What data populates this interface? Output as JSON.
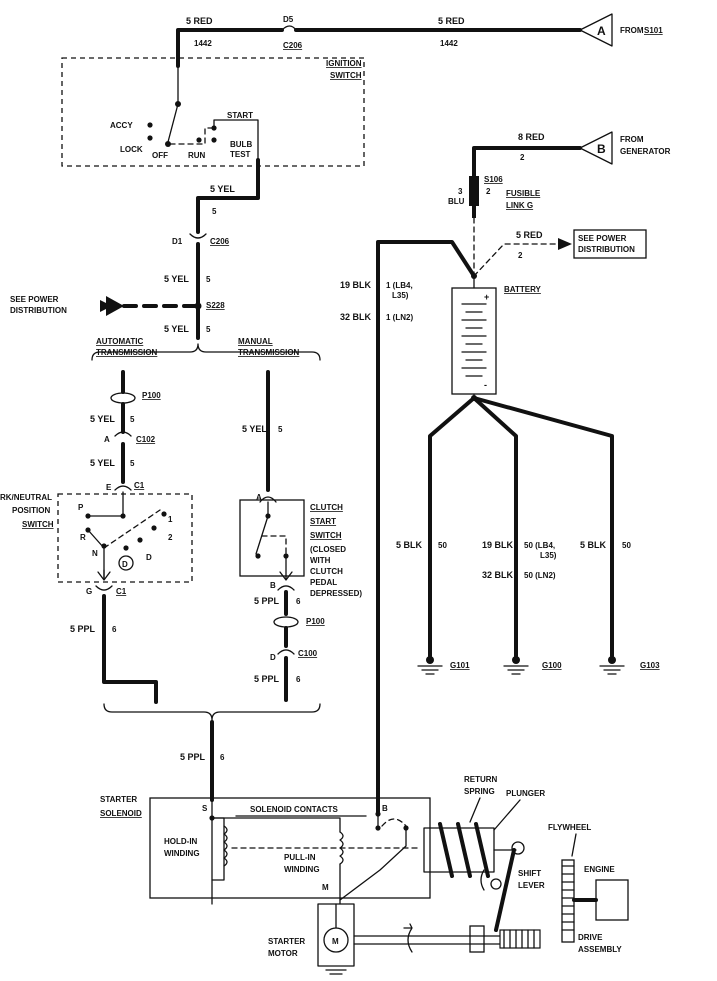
{
  "connectors": {
    "a": {
      "letter": "A",
      "text": "FROM",
      "ref": "S101"
    },
    "b": {
      "letter": "B",
      "text1": "FROM",
      "text2": "GENERATOR"
    }
  },
  "wires": {
    "top_left": "5 RED",
    "top_left_num": "1442",
    "top_right": "5 RED",
    "top_right_num": "1442",
    "d5": "D5",
    "c206_top": "C206",
    "ign_out": "5 YEL",
    "ign_out_num": "5",
    "d1": "D1",
    "c206": "C206",
    "yel_mid": "5 YEL",
    "yel_mid_num": "5",
    "s228": "S228",
    "yel_low": "5 YEL",
    "yel_low_num": "5",
    "gen_wire": "8 RED",
    "gen_num": "2",
    "blu": "3",
    "blu2": "BLU",
    "s106_num": "2",
    "s106": "S106",
    "pd_red": "5 RED",
    "pd_red_num": "2",
    "blk19": "19 BLK",
    "blk19_num": "1 (LB4,",
    "blk19_num2": "L35)",
    "blk32": "32 BLK",
    "blk32_num": "1 (LN2)",
    "auto_yel1": "5 YEL",
    "auto_yel1_num": "5",
    "a_c102": "A",
    "c102": "C102",
    "auto_yel2": "5 YEL",
    "auto_yel2_num": "5",
    "e_c1": "E",
    "c1_top": "C1",
    "g_c1": "G",
    "c1_bot": "C1",
    "ppl_left": "5 PPL",
    "ppl_left_num": "6",
    "man_yel": "5 YEL",
    "man_yel_num": "5",
    "clutch_a": "A",
    "clutch_b": "B",
    "man_ppl1": "5 PPL",
    "man_ppl1_num": "6",
    "d_c100": "D",
    "c100": "C100",
    "man_ppl2": "5 PPL",
    "man_ppl2_num": "6",
    "p100_left": "P100",
    "p100_right": "P100",
    "ppl_bottom": "5 PPL",
    "ppl_bottom_num": "6",
    "g1_blk": "5 BLK",
    "g1_num": "50",
    "g2_blk19": "19 BLK",
    "g2_num19": "50 (LB4,",
    "g2_num19b": "L35)",
    "g2_blk32": "32 BLK",
    "g2_num32": "50 (LN2)",
    "g3_blk": "5 BLK",
    "g3_num": "50"
  },
  "labels": {
    "ignition": "IGNITION",
    "switch": "SWITCH",
    "accy": "ACCY",
    "lock": "LOCK",
    "off": "OFF",
    "run": "RUN",
    "start": "START",
    "bulb": "BULB",
    "test": "TEST",
    "fusible": "FUSIBLE",
    "link_g": "LINK G",
    "see_power_left1": "SEE POWER",
    "see_power_left2": "DISTRIBUTION",
    "see_power_right1": "SEE POWER",
    "see_power_right2": "DISTRIBUTION",
    "battery": "BATTERY",
    "plus": "+",
    "minus": "-",
    "auto_trans1": "AUTOMATIC",
    "auto_trans2": "TRANSMISSION",
    "man_trans1": "MANUAL",
    "man_trans2": "TRANSMISSION",
    "park1": "RK/NEUTRAL",
    "park2": "POSITION",
    "park3": "SWITCH",
    "p": "P",
    "r": "R",
    "n": "N",
    "d_circle": "D",
    "d": "D",
    "one": "1",
    "two": "2",
    "clutch1": "CLUTCH",
    "clutch2": "START",
    "clutch3": "SWITCH",
    "clutch4": "(CLOSED",
    "clutch5": "WITH",
    "clutch6": "CLUTCH",
    "clutch7": "PEDAL",
    "clutch8": "DEPRESSED)",
    "g101": "G101",
    "g100": "G100",
    "g103": "G103",
    "starter1": "STARTER",
    "starter2": "SOLENOID",
    "s": "S",
    "b": "B",
    "m": "M",
    "solenoid_contacts": "SOLENOID CONTACTS",
    "hold1": "HOLD-IN",
    "hold2": "WINDING",
    "pull1": "PULL-IN",
    "pull2": "WINDING",
    "return1": "RETURN",
    "return2": "SPRING",
    "plunger": "PLUNGER",
    "flywheel": "FLYWHEEL",
    "engine": "ENGINE",
    "shift1": "SHIFT",
    "shift2": "LEVER",
    "drive1": "DRIVE",
    "drive2": "ASSEMBLY",
    "motor1": "STARTER",
    "motor2": "MOTOR",
    "motor_m": "M"
  }
}
